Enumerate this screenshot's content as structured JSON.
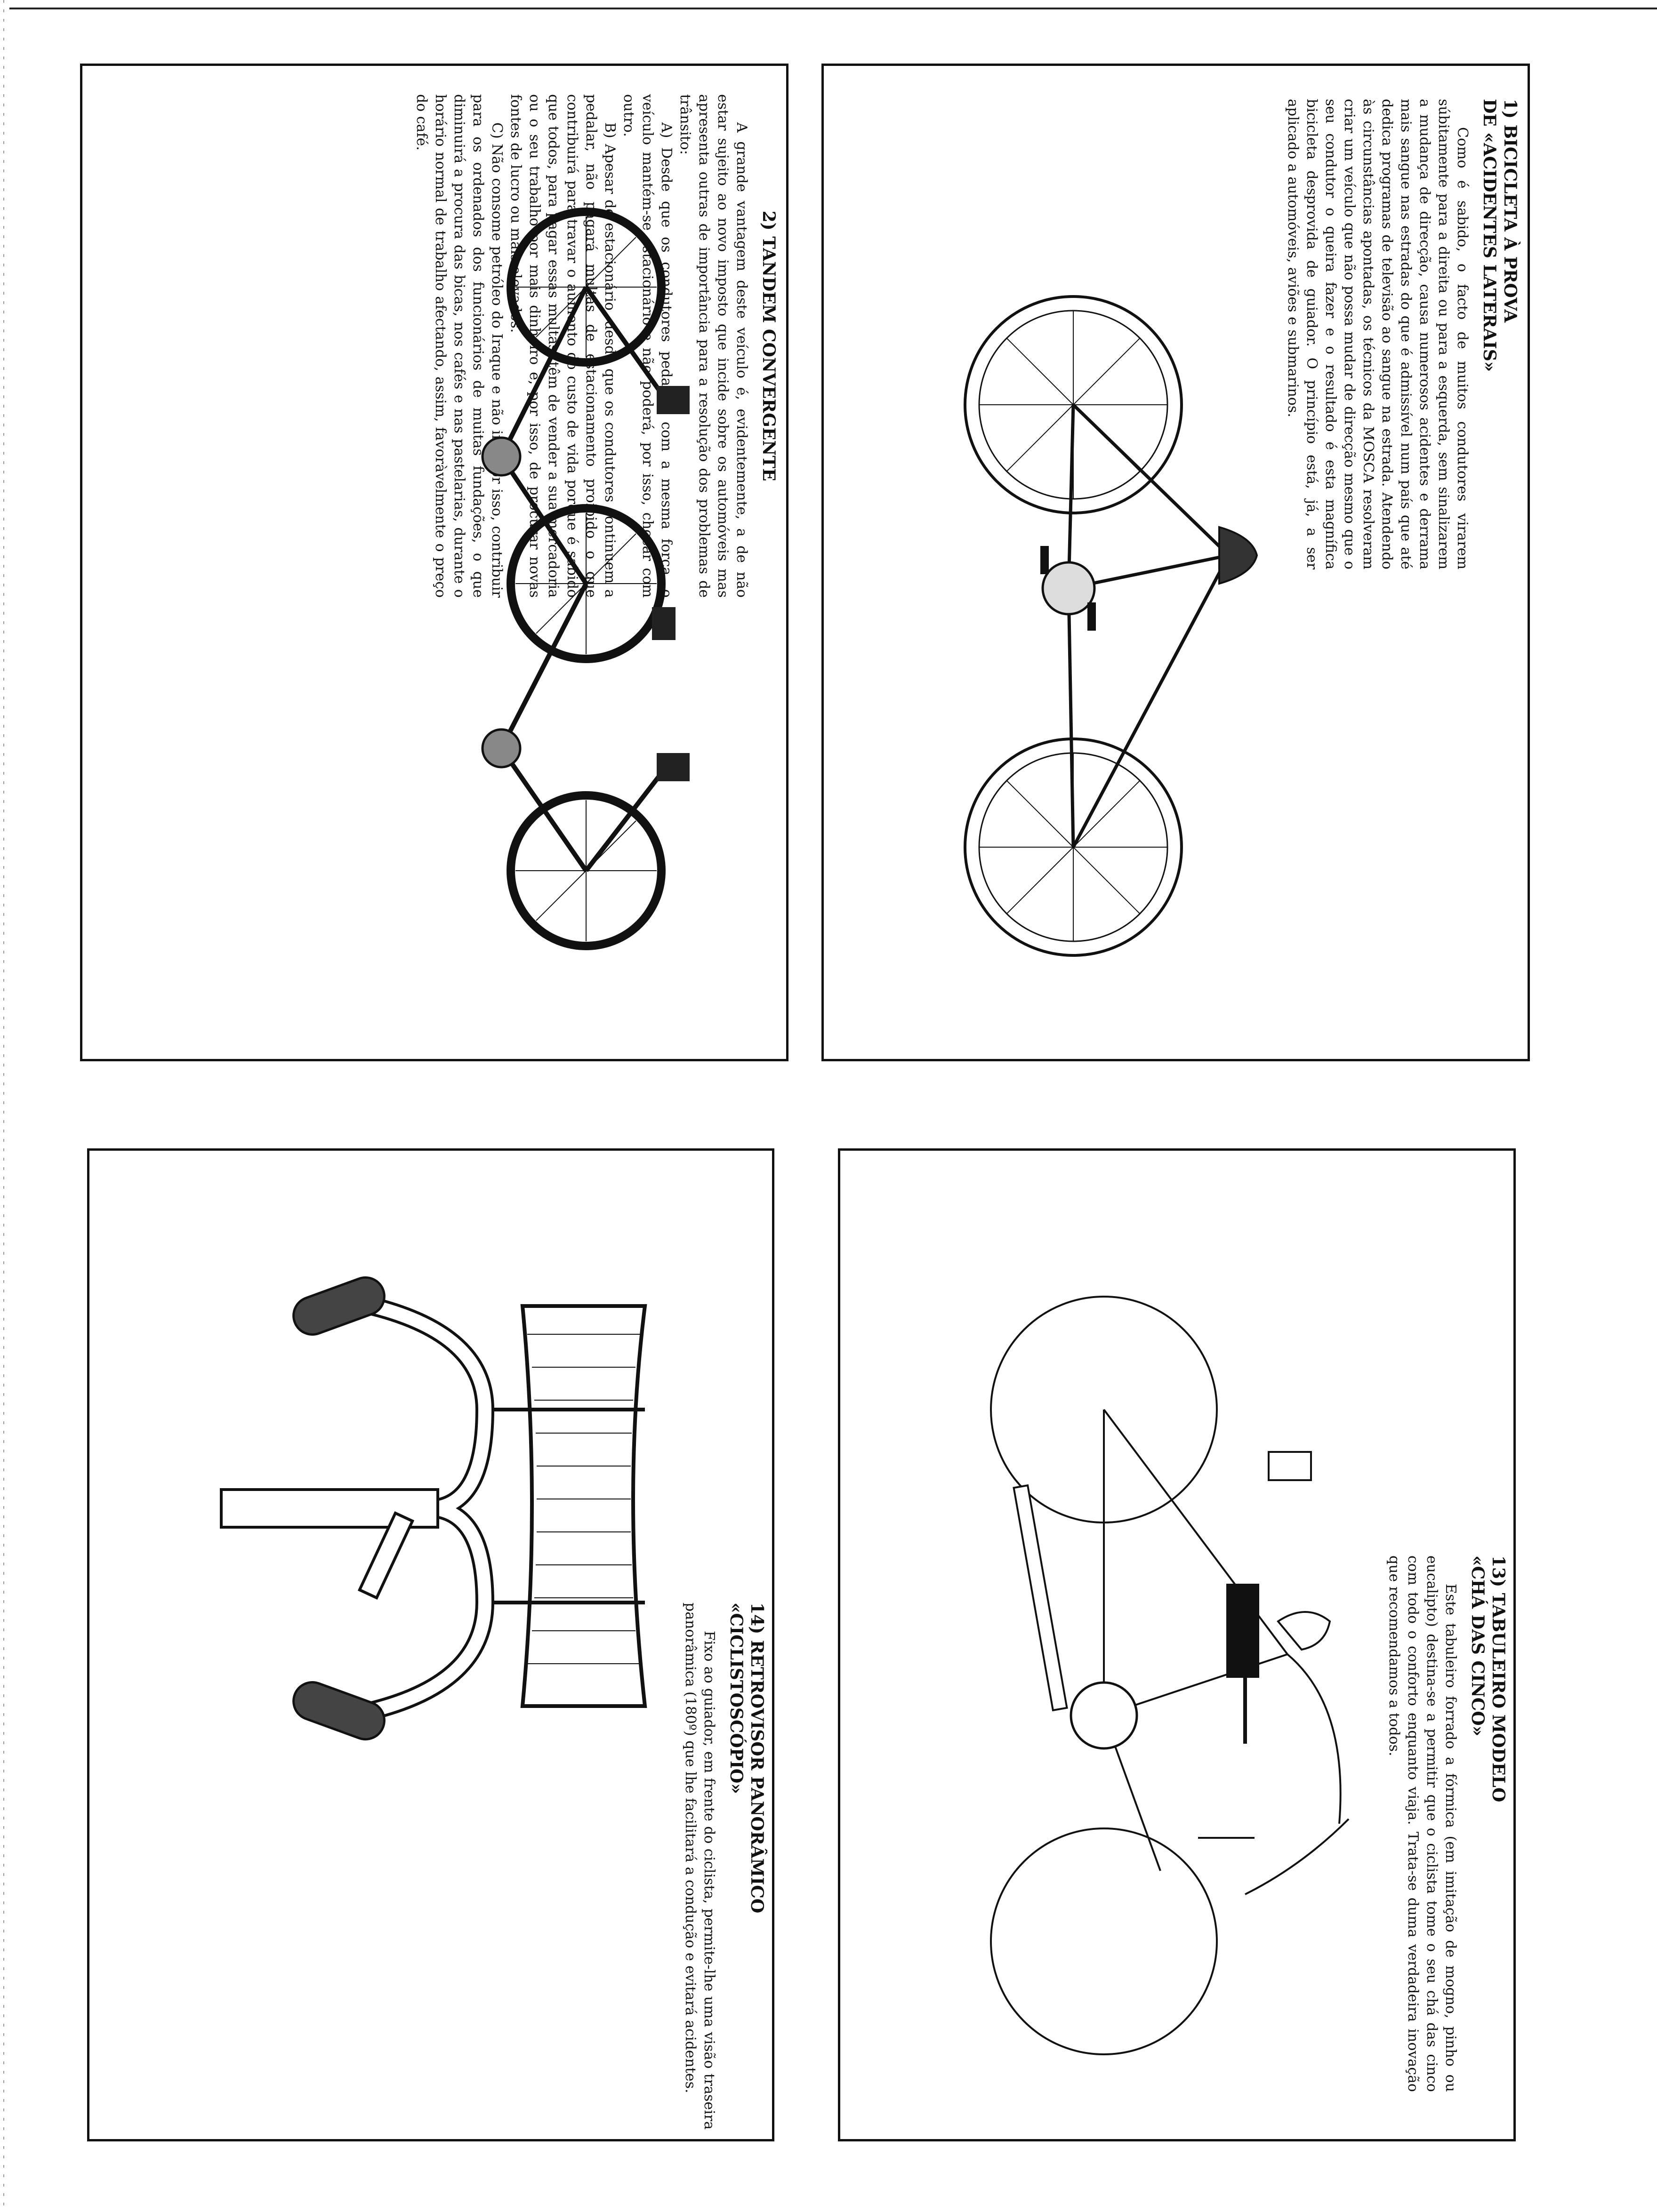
{
  "panels": [
    {
      "id": "p1",
      "title": "1) BICICLETA À PROVA\nDE «ACIDENTES LATERAIS»",
      "paragraphs": [
        "Como é sabido, o facto de muitos condutores virarem súbitamente para a direita ou para a esquerda, sem sinalizarem a mudança de direcção, causa numerosos acidentes e derrama mais sangue nas estradas do que é admissível num país que até dedica programas de televisão ao sangue na estrada. Atendendo às circunstâncias apontadas, os técnicos da MOSCA resolveram criar um veículo que não possa mudar de direcção mesmo que o seu condutor o queira fazer e o resultado é esta magnífica bicicleta desprovida de guiador. O princípio está, já, a ser aplicado a automóveis, aviões e submarinos."
      ]
    },
    {
      "id": "p2",
      "title": "2) TANDEM CONVERGENTE",
      "paragraphs": [
        "A grande vantagem deste veículo é, evidentemente, a de não estar sujeito ao novo imposto que incide sobre os automóveis mas apresenta outras de importância para a resolução dos problemas de trânsito:",
        "A) Desde que os condutores pedalem com a mesma força, o veículo mantém-se estacionário e não poderá, por isso, chocar com outro.",
        "B) Apesar de estacionário, desde que os condutores continuem a pedalar, não pagará multas de estacionamento proibido o que contribuirá para travar o aumento do custo de vida porque é sabido que todos, para pagar essas multas, têm de vender a sua mercadoria ou o seu trabalho por mais dinheiro e, por isso, de procurar novas fontes de lucro ou mais elevados.",
        "C) Não consome petróleo do Iraque e não irá, por isso, contribuir para os ordenados dos funcionários de muitas fundações, o que diminuirá a procura das bicas, nos cafés e nas pastelarias, durante o horário normal de trabalho afectando, assim, favoràvelmente o preço do café."
      ]
    },
    {
      "id": "p13",
      "title": "13) TABULEIRO MODELO\n«CHÁ DAS CINCO»",
      "paragraphs": [
        "Este tabuleiro forrado a fórmica (em imitação de mogno, pinho ou eucalipto) destina-se a permitir que o ciclista tome o seu chá das cinco com todo o conforto enquanto viaja. Trata-se duma verdadeira inovação que recomendamos a todos."
      ]
    },
    {
      "id": "p14",
      "title": "14) RETROVISOR PANORÂMICO\n«CICLISTOSCÓPIO»",
      "paragraphs": [
        "Fixo ao guiador, em frente do ciclista, permite-lhe uma visão traseira panorâmica (180º) que lhe facilitará a condução e evitará acidentes."
      ]
    }
  ],
  "illustrations": {
    "p1": "bicycle-without-handlebar-illustration",
    "p2": "three-wheel-tandem-illustration",
    "p13": "bicycle-with-tray-illustration",
    "p14": "handlebar-mirror-illustration"
  }
}
